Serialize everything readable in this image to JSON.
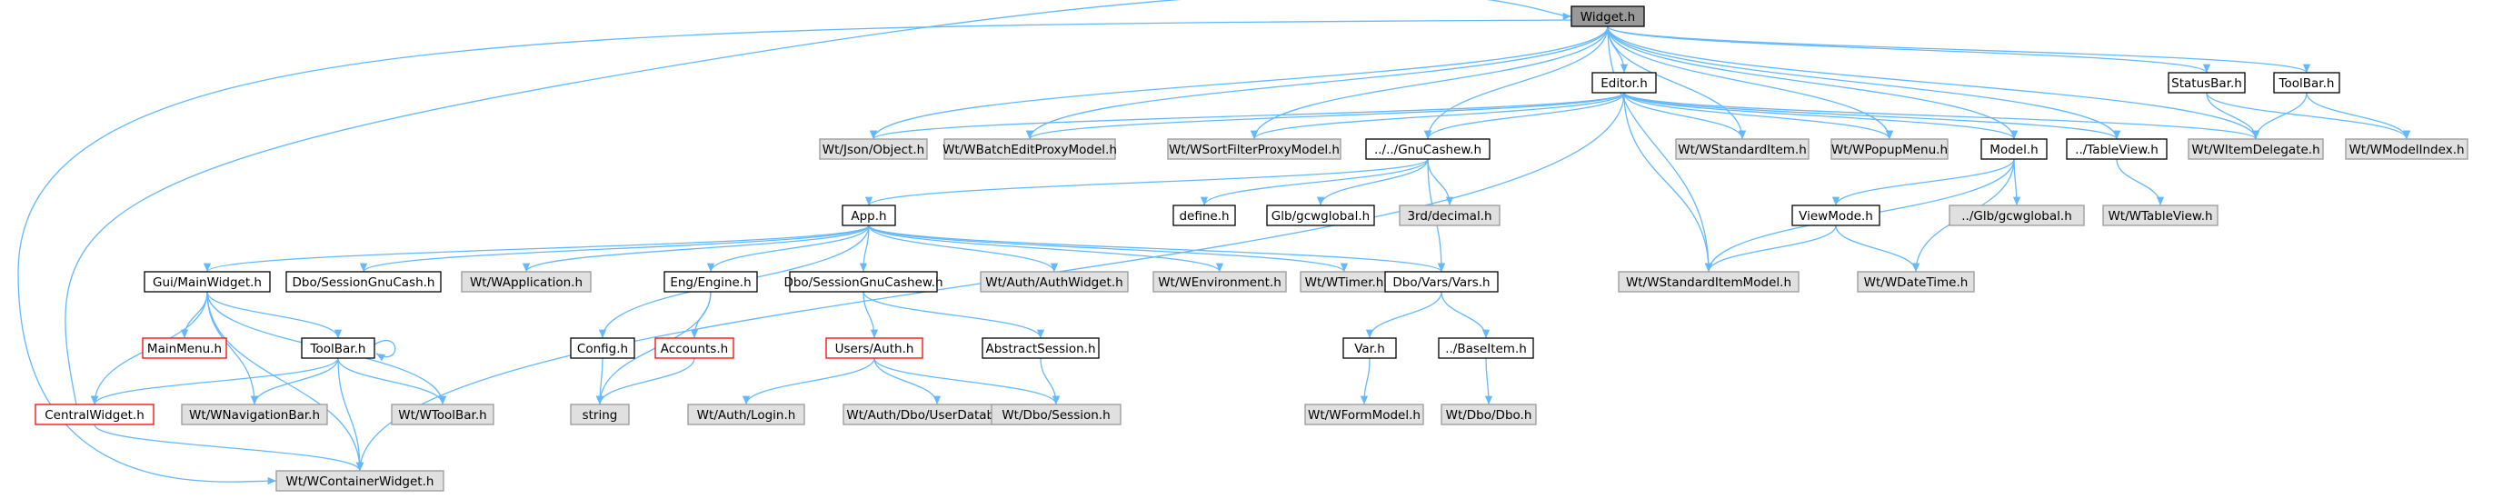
{
  "colors": {
    "edge": "#63b8ff",
    "focus_fill": "#999999",
    "normal_fill": "#ffffff",
    "normal_stroke": "#000000",
    "external_fill": "#e0e0e0",
    "external_stroke": "#999999",
    "truncated_stroke": "#ff0000"
  },
  "nodes": [
    {
      "id": "widget",
      "label": "Widget.h",
      "kind": "focus"
    },
    {
      "id": "editor",
      "label": "Editor.h",
      "kind": "normal"
    },
    {
      "id": "statusbar",
      "label": "StatusBar.h",
      "kind": "normal"
    },
    {
      "id": "toolbar_top",
      "label": "ToolBar.h",
      "kind": "normal"
    },
    {
      "id": "json",
      "label": "Wt/Json/Object.h",
      "kind": "external"
    },
    {
      "id": "batchedit",
      "label": "Wt/WBatchEditProxyModel.h",
      "kind": "external"
    },
    {
      "id": "sortfilter",
      "label": "Wt/WSortFilterProxyModel.h",
      "kind": "external"
    },
    {
      "id": "gnucashew",
      "label": "../../GnuCashew.h",
      "kind": "normal"
    },
    {
      "id": "stditem",
      "label": "Wt/WStandardItem.h",
      "kind": "external"
    },
    {
      "id": "popupmenu",
      "label": "Wt/WPopupMenu.h",
      "kind": "external"
    },
    {
      "id": "model",
      "label": "Model.h",
      "kind": "normal"
    },
    {
      "id": "tableview",
      "label": "../TableView.h",
      "kind": "normal"
    },
    {
      "id": "itemdelegate",
      "label": "Wt/WItemDelegate.h",
      "kind": "external"
    },
    {
      "id": "modelindex",
      "label": "Wt/WModelIndex.h",
      "kind": "external"
    },
    {
      "id": "app",
      "label": "App.h",
      "kind": "normal"
    },
    {
      "id": "define",
      "label": "define.h",
      "kind": "normal"
    },
    {
      "id": "glbgcwglobal",
      "label": "Glb/gcwglobal.h",
      "kind": "normal"
    },
    {
      "id": "decimal",
      "label": "3rd/decimal.h",
      "kind": "external"
    },
    {
      "id": "viewmode",
      "label": "ViewMode.h",
      "kind": "normal"
    },
    {
      "id": "glbgcwglobal2",
      "label": "../Glb/gcwglobal.h",
      "kind": "external"
    },
    {
      "id": "wtableview",
      "label": "Wt/WTableView.h",
      "kind": "external"
    },
    {
      "id": "stditemmodel",
      "label": "Wt/WStandardItemModel.h",
      "kind": "external"
    },
    {
      "id": "datetime",
      "label": "Wt/WDateTime.h",
      "kind": "external"
    },
    {
      "id": "mainwidget",
      "label": "Gui/MainWidget.h",
      "kind": "normal"
    },
    {
      "id": "sessiongnucash",
      "label": "Dbo/SessionGnuCash.h",
      "kind": "normal"
    },
    {
      "id": "wapplication",
      "label": "Wt/WApplication.h",
      "kind": "external"
    },
    {
      "id": "engine",
      "label": "Eng/Engine.h",
      "kind": "normal"
    },
    {
      "id": "sessiongnucashew",
      "label": "Dbo/SessionGnuCashew.h",
      "kind": "normal"
    },
    {
      "id": "authwidget",
      "label": "Wt/Auth/AuthWidget.h",
      "kind": "external"
    },
    {
      "id": "environment",
      "label": "Wt/WEnvironment.h",
      "kind": "external"
    },
    {
      "id": "timer",
      "label": "Wt/WTimer.h",
      "kind": "external"
    },
    {
      "id": "vars",
      "label": "Dbo/Vars/Vars.h",
      "kind": "normal"
    },
    {
      "id": "mainmenu",
      "label": "MainMenu.h",
      "kind": "truncated"
    },
    {
      "id": "toolbar",
      "label": "ToolBar.h",
      "kind": "normal"
    },
    {
      "id": "config",
      "label": "Config.h",
      "kind": "normal"
    },
    {
      "id": "accounts",
      "label": "Accounts.h",
      "kind": "truncated"
    },
    {
      "id": "usersauth",
      "label": "Users/Auth.h",
      "kind": "truncated"
    },
    {
      "id": "abstractsession",
      "label": "AbstractSession.h",
      "kind": "normal"
    },
    {
      "id": "varh",
      "label": "Var.h",
      "kind": "normal"
    },
    {
      "id": "baseitem",
      "label": "../BaseItem.h",
      "kind": "normal"
    },
    {
      "id": "centralwidget",
      "label": "CentralWidget.h",
      "kind": "truncated"
    },
    {
      "id": "navbar",
      "label": "Wt/WNavigationBar.h",
      "kind": "external"
    },
    {
      "id": "wtoolbar",
      "label": "Wt/WToolBar.h",
      "kind": "external"
    },
    {
      "id": "string",
      "label": "string",
      "kind": "external"
    },
    {
      "id": "login",
      "label": "Wt/Auth/Login.h",
      "kind": "external"
    },
    {
      "id": "userdb",
      "label": "Wt/Auth/Dbo/UserDatabase.h",
      "kind": "external"
    },
    {
      "id": "session",
      "label": "Wt/Dbo/Session.h",
      "kind": "external"
    },
    {
      "id": "formmodel",
      "label": "Wt/WFormModel.h",
      "kind": "external"
    },
    {
      "id": "dbo",
      "label": "Wt/Dbo/Dbo.h",
      "kind": "external"
    },
    {
      "id": "container",
      "label": "Wt/WContainerWidget.h",
      "kind": "external"
    }
  ],
  "edges": [
    [
      "widget",
      "editor"
    ],
    [
      "widget",
      "statusbar"
    ],
    [
      "widget",
      "toolbar_top"
    ],
    [
      "widget",
      "json"
    ],
    [
      "widget",
      "batchedit"
    ],
    [
      "widget",
      "sortfilter"
    ],
    [
      "widget",
      "gnucashew"
    ],
    [
      "widget",
      "stditem"
    ],
    [
      "widget",
      "popupmenu"
    ],
    [
      "widget",
      "model"
    ],
    [
      "widget",
      "tableview"
    ],
    [
      "widget",
      "itemdelegate"
    ],
    [
      "widget",
      "stditemmodel"
    ],
    [
      "widget",
      "container"
    ],
    [
      "editor",
      "json"
    ],
    [
      "editor",
      "batchedit"
    ],
    [
      "editor",
      "sortfilter"
    ],
    [
      "editor",
      "gnucashew"
    ],
    [
      "editor",
      "stditem"
    ],
    [
      "editor",
      "popupmenu"
    ],
    [
      "editor",
      "model"
    ],
    [
      "editor",
      "tableview"
    ],
    [
      "editor",
      "itemdelegate"
    ],
    [
      "editor",
      "stditemmodel"
    ],
    [
      "editor",
      "container"
    ],
    [
      "statusbar",
      "itemdelegate"
    ],
    [
      "statusbar",
      "modelindex"
    ],
    [
      "toolbar_top",
      "itemdelegate"
    ],
    [
      "toolbar_top",
      "modelindex"
    ],
    [
      "gnucashew",
      "app"
    ],
    [
      "gnucashew",
      "define"
    ],
    [
      "gnucashew",
      "glbgcwglobal"
    ],
    [
      "gnucashew",
      "decimal"
    ],
    [
      "gnucashew",
      "vars"
    ],
    [
      "model",
      "viewmode"
    ],
    [
      "model",
      "glbgcwglobal2"
    ],
    [
      "model",
      "stditemmodel"
    ],
    [
      "model",
      "datetime"
    ],
    [
      "tableview",
      "wtableview"
    ],
    [
      "viewmode",
      "stditemmodel"
    ],
    [
      "viewmode",
      "datetime"
    ],
    [
      "app",
      "mainwidget"
    ],
    [
      "app",
      "sessiongnucash"
    ],
    [
      "app",
      "wapplication"
    ],
    [
      "app",
      "config"
    ],
    [
      "app",
      "engine"
    ],
    [
      "app",
      "sessiongnucashew"
    ],
    [
      "app",
      "authwidget"
    ],
    [
      "app",
      "environment"
    ],
    [
      "app",
      "timer"
    ],
    [
      "app",
      "vars"
    ],
    [
      "mainwidget",
      "mainmenu"
    ],
    [
      "mainwidget",
      "toolbar"
    ],
    [
      "mainwidget",
      "centralwidget"
    ],
    [
      "mainwidget",
      "navbar"
    ],
    [
      "mainwidget",
      "wtoolbar"
    ],
    [
      "mainwidget",
      "container"
    ],
    [
      "toolbar",
      "toolbar"
    ],
    [
      "toolbar",
      "centralwidget"
    ],
    [
      "toolbar",
      "navbar"
    ],
    [
      "toolbar",
      "wtoolbar"
    ],
    [
      "toolbar",
      "container"
    ],
    [
      "centralwidget",
      "widget"
    ],
    [
      "centralwidget",
      "container"
    ],
    [
      "engine",
      "accounts"
    ],
    [
      "engine",
      "string"
    ],
    [
      "config",
      "string"
    ],
    [
      "accounts",
      "string"
    ],
    [
      "sessiongnucashew",
      "usersauth"
    ],
    [
      "sessiongnucashew",
      "abstractsession"
    ],
    [
      "usersauth",
      "login"
    ],
    [
      "usersauth",
      "userdb"
    ],
    [
      "usersauth",
      "session"
    ],
    [
      "abstractsession",
      "session"
    ],
    [
      "vars",
      "varh"
    ],
    [
      "vars",
      "baseitem"
    ],
    [
      "varh",
      "formmodel"
    ],
    [
      "baseitem",
      "dbo"
    ]
  ]
}
